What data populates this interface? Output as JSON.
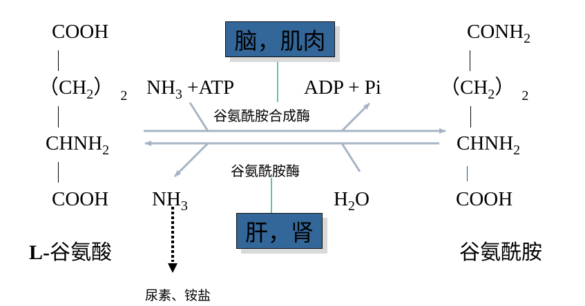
{
  "left_molecule": {
    "top": "COOH",
    "middle_main": "（CH",
    "middle_sub": "2",
    "middle_close": "）",
    "middle_repeat": "2",
    "amine_main": "CHNH",
    "amine_sub": "2",
    "bottom": "COOH",
    "name_prefix": "L-",
    "name": "谷氨酸"
  },
  "right_molecule": {
    "top_main": "CONH",
    "top_sub": "2",
    "middle_main": "（CH",
    "middle_sub": "2",
    "middle_close": "）",
    "middle_repeat": "2",
    "amine_main": "CHNH",
    "amine_sub": "2",
    "bottom": "COOH",
    "name": "谷氨酰胺"
  },
  "forward_reaction": {
    "reactant_main": "NH",
    "reactant_sub": "3",
    "reactant_plus": " +ATP",
    "products": "ADP + Pi",
    "enzyme": "谷氨酰胺合成酶",
    "tissue": "脑，肌肉"
  },
  "reverse_reaction": {
    "reactant_main": "H",
    "reactant_sub": "2",
    "reactant_tail": "O",
    "product_main": "NH",
    "product_sub": "3",
    "enzyme": "谷氨酰胺酶",
    "tissue": "肝，肾",
    "fate": "尿素、铵盐"
  },
  "colors": {
    "arrow": "#a5b4c4",
    "tissue_box": "#336699",
    "connector": "#2db36b",
    "box_shadow": "#d9d9d9"
  }
}
